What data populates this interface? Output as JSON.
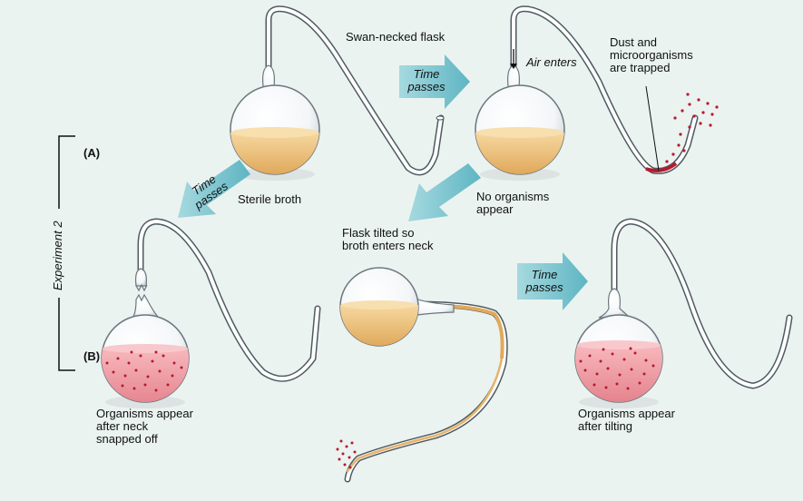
{
  "labels": {
    "swan_necked_flask": "Swan-necked flask",
    "air_enters": "Air enters",
    "dust_trapped": "Dust and\nmicroorganisms\nare trapped",
    "sterile_broth": "Sterile broth",
    "no_organisms": "No organisms\nappear",
    "flask_tilted": "Flask tilted so\nbroth enters neck",
    "organisms_neck": "Organisms appear\nafter neck\nsnapped off",
    "organisms_tilting": "Organisms appear\nafter tilting",
    "marker_a": "(A)",
    "marker_b": "(B)",
    "experiment": "Experiment 2"
  },
  "arrows": {
    "time_passes_1": "Time\npasses",
    "time_passes_2": "Time\npasses",
    "time_passes_3": "Time\npasses"
  },
  "colors": {
    "background": "#eaf3f0",
    "sterile_broth": "#e6b36a",
    "contaminated_broth": "#ec8d95",
    "microorganism_dots": "#b8192d",
    "arrow": "#7cc4cf"
  }
}
